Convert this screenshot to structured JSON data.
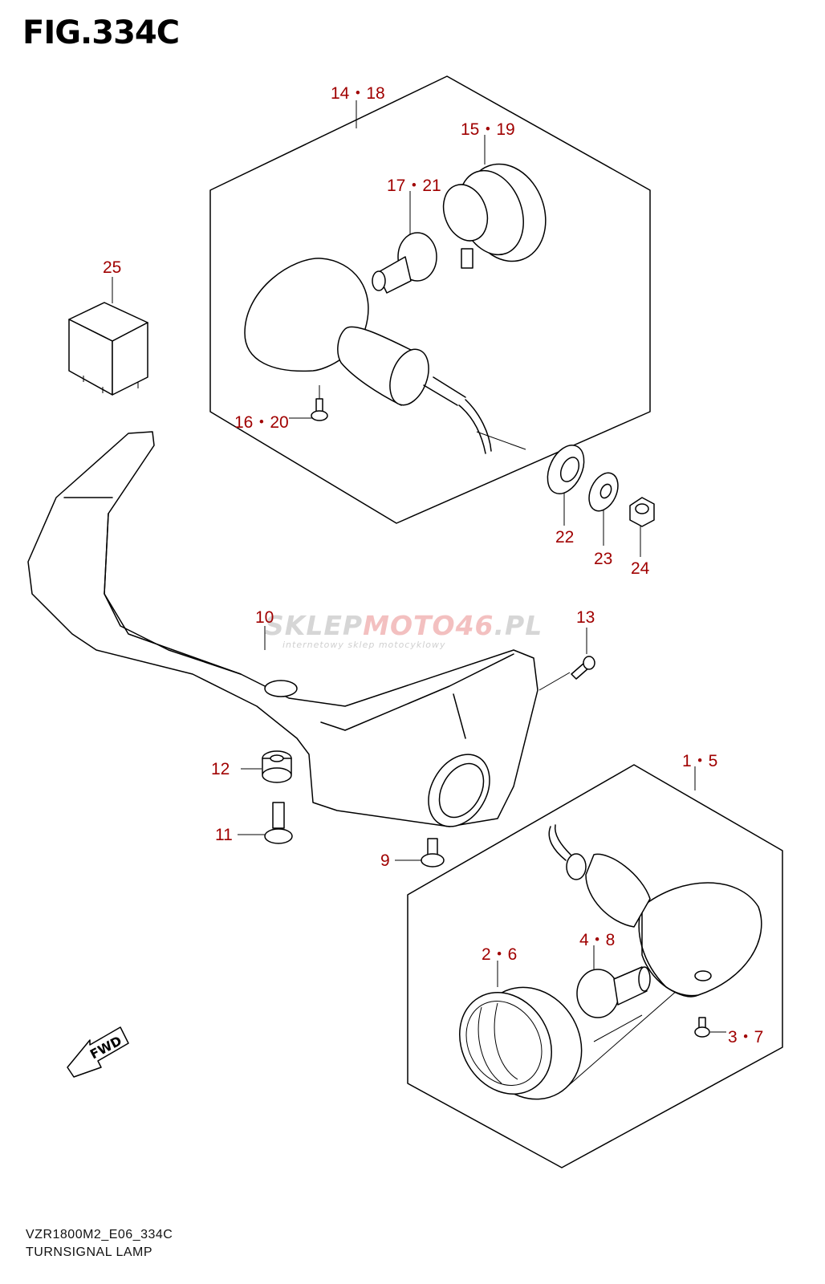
{
  "figure": {
    "title": "FIG.334C",
    "subtitle_overlay": "FIG.334C"
  },
  "callouts": {
    "c14_18": "14・18",
    "c15_19": "15・19",
    "c17_21": "17・21",
    "c25": "25",
    "c16_20": "16・20",
    "c22": "22",
    "c23": "23",
    "c24": "24",
    "c10": "10",
    "c13": "13",
    "c12": "12",
    "c11": "11",
    "c9": "9",
    "c1_5": "1・5",
    "c4_8": "4・8",
    "c2_6": "2・6",
    "c3_7": "3・7"
  },
  "watermark": {
    "brand_a": "SKLEP",
    "brand_b": "MOTO46",
    "brand_c": ".PL",
    "tagline": "internetowy sklep motocyklowy"
  },
  "footer": {
    "model_code": "VZR1800M2_E06_334C",
    "caption": "TURNSIGNAL LAMP"
  },
  "badge": {
    "fwd": "FWD"
  },
  "colors": {
    "callout": "#a00000",
    "line": "#000000",
    "background": "#ffffff"
  }
}
